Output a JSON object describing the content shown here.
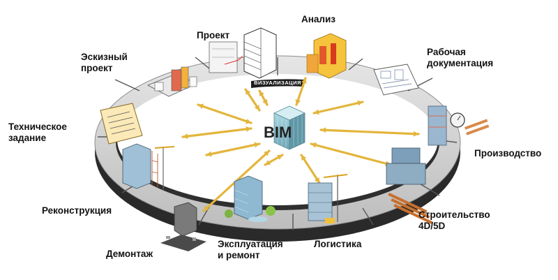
{
  "center": {
    "label": "BIM"
  },
  "ring": {
    "label": "ВИЗУАЛИЗАЦИЯ"
  },
  "stages": [
    {
      "id": "sketch",
      "label": "Эскизный\nпроект",
      "icon": "building-model-icon"
    },
    {
      "id": "project",
      "label": "Проект",
      "icon": "blueprint-building-icon"
    },
    {
      "id": "analysis",
      "label": "Анализ",
      "icon": "heatmap-building-icon"
    },
    {
      "id": "docs",
      "label": "Рабочая\nдокументация",
      "icon": "document-drawing-icon"
    },
    {
      "id": "production",
      "label": "Производство",
      "icon": "factory-stopwatch-icon"
    },
    {
      "id": "construction",
      "label": "Строительство\n4D/5D",
      "icon": "construction-machine-icon"
    },
    {
      "id": "logistics",
      "label": "Логистика",
      "icon": "crane-building-icon"
    },
    {
      "id": "operation",
      "label": "Эксплуатация\nи ремонт",
      "icon": "building-trees-icon"
    },
    {
      "id": "demolition",
      "label": "Демонтаж",
      "icon": "demolished-building-icon"
    },
    {
      "id": "reconstruction",
      "label": "Реконструкция",
      "icon": "building-scaffold-icon"
    },
    {
      "id": "terms",
      "label": "Техническое\nзадание",
      "icon": "clipboard-checklist-icon"
    }
  ],
  "colors": {
    "ring_top": "#c9c9c9",
    "ring_side": "#2a2a2a",
    "arrow": "#e3b53b",
    "bim_cube": "#7fb8c8"
  }
}
